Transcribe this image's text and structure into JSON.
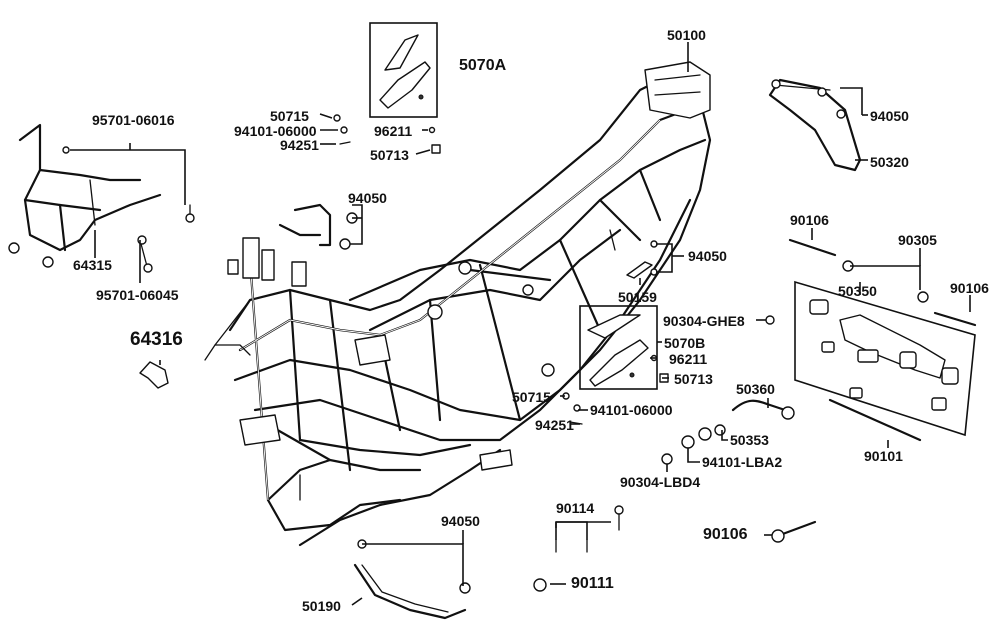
{
  "diagram": {
    "labels": {
      "l_5070A": "5070A",
      "l_50100": "50100",
      "l_50715_top": "50715",
      "l_94101_06000_top": "94101-06000",
      "l_94251_top": "94251",
      "l_96211_top": "96211",
      "l_50713_top": "50713",
      "l_95701_06016": "95701-06016",
      "l_64315": "64315",
      "l_95701_06045": "95701-06045",
      "l_94050_a": "94050",
      "l_94050_b": "94050",
      "l_50320": "50320",
      "l_90106_a": "90106",
      "l_90305": "90305",
      "l_94050_c": "94050",
      "l_50159": "50159",
      "l_50350": "50350",
      "l_90106_b": "90106",
      "l_64316": "64316",
      "l_90304_GHE8": "90304-GHE8",
      "l_5070B": "5070B",
      "l_96211_mid": "96211",
      "l_50713_mid": "50713",
      "l_50715_mid": "50715",
      "l_94101_06000_mid": "94101-06000",
      "l_94251_mid": "94251",
      "l_50360": "50360",
      "l_50353": "50353",
      "l_94101_LBA2": "94101-LBA2",
      "l_90304_LBD4": "90304-LBD4",
      "l_90101": "90101",
      "l_90114": "90114",
      "l_90106_c": "90106",
      "l_94050_d": "94050",
      "l_90111": "90111",
      "l_50190": "50190"
    }
  }
}
